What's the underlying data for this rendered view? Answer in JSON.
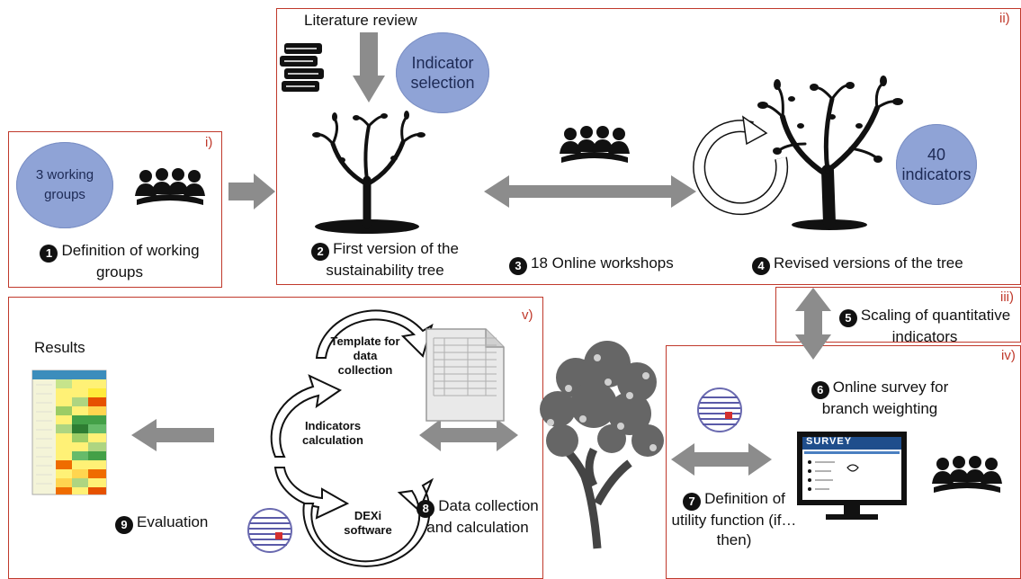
{
  "sections": {
    "i": "i)",
    "ii": "ii)",
    "iii": "iii)",
    "iv": "iv)",
    "v": "v)"
  },
  "bubbles": {
    "working_groups": "3 working groups",
    "indicator_selection": "Indicator selection",
    "indicators_40": "40 indicators"
  },
  "labels": {
    "literature_review": "Literature review",
    "results": "Results"
  },
  "steps": [
    {
      "num": "1",
      "text": "Definition of working groups"
    },
    {
      "num": "2",
      "text": "First version of the sustainability tree"
    },
    {
      "num": "3",
      "text": "18 Online workshops"
    },
    {
      "num": "4",
      "text": "Revised versions of the tree"
    },
    {
      "num": "5",
      "text": "Scaling of quantitative indicators"
    },
    {
      "num": "6",
      "text": "Online survey for branch weighting"
    },
    {
      "num": "7",
      "text": "Definition of utility function (if… then)"
    },
    {
      "num": "8",
      "text": "Data collection and calculation"
    },
    {
      "num": "9",
      "text": "Evaluation"
    }
  ],
  "cycle": {
    "template": "Template for data collection",
    "indicators": "Indicators calculation",
    "dexi": "DEXi software"
  },
  "survey": {
    "title": "SURVEY"
  },
  "colors": {
    "frame": "#c0392b",
    "bubble": "#8fa3d6",
    "arrow": "#8c8c8c"
  }
}
